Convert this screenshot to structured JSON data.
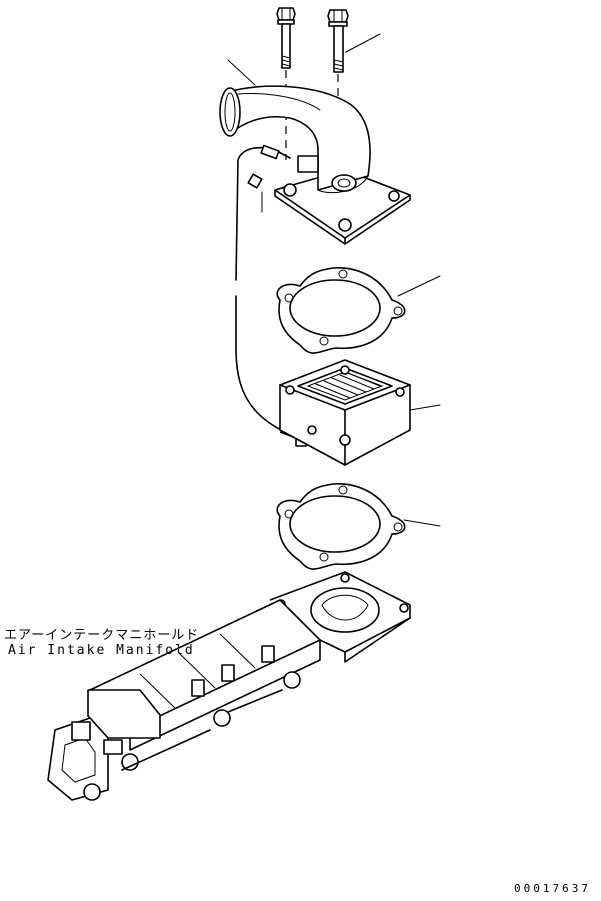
{
  "diagram": {
    "label_japanese": "エアーインテークマニホールド",
    "label_english": "Air Intake Manifold",
    "figure_number": "00017637"
  },
  "parts": [
    {
      "id": "bolt-1",
      "icon": "bolt-icon"
    },
    {
      "id": "bolt-2",
      "icon": "bolt-icon"
    },
    {
      "id": "intake-elbow",
      "icon": "elbow-pipe-icon"
    },
    {
      "id": "sensor-wire",
      "icon": "wire-icon"
    },
    {
      "id": "gasket-upper",
      "icon": "gasket-icon"
    },
    {
      "id": "heater-housing",
      "icon": "heater-icon"
    },
    {
      "id": "gasket-lower",
      "icon": "gasket-icon"
    },
    {
      "id": "air-intake-manifold",
      "icon": "manifold-icon"
    }
  ]
}
